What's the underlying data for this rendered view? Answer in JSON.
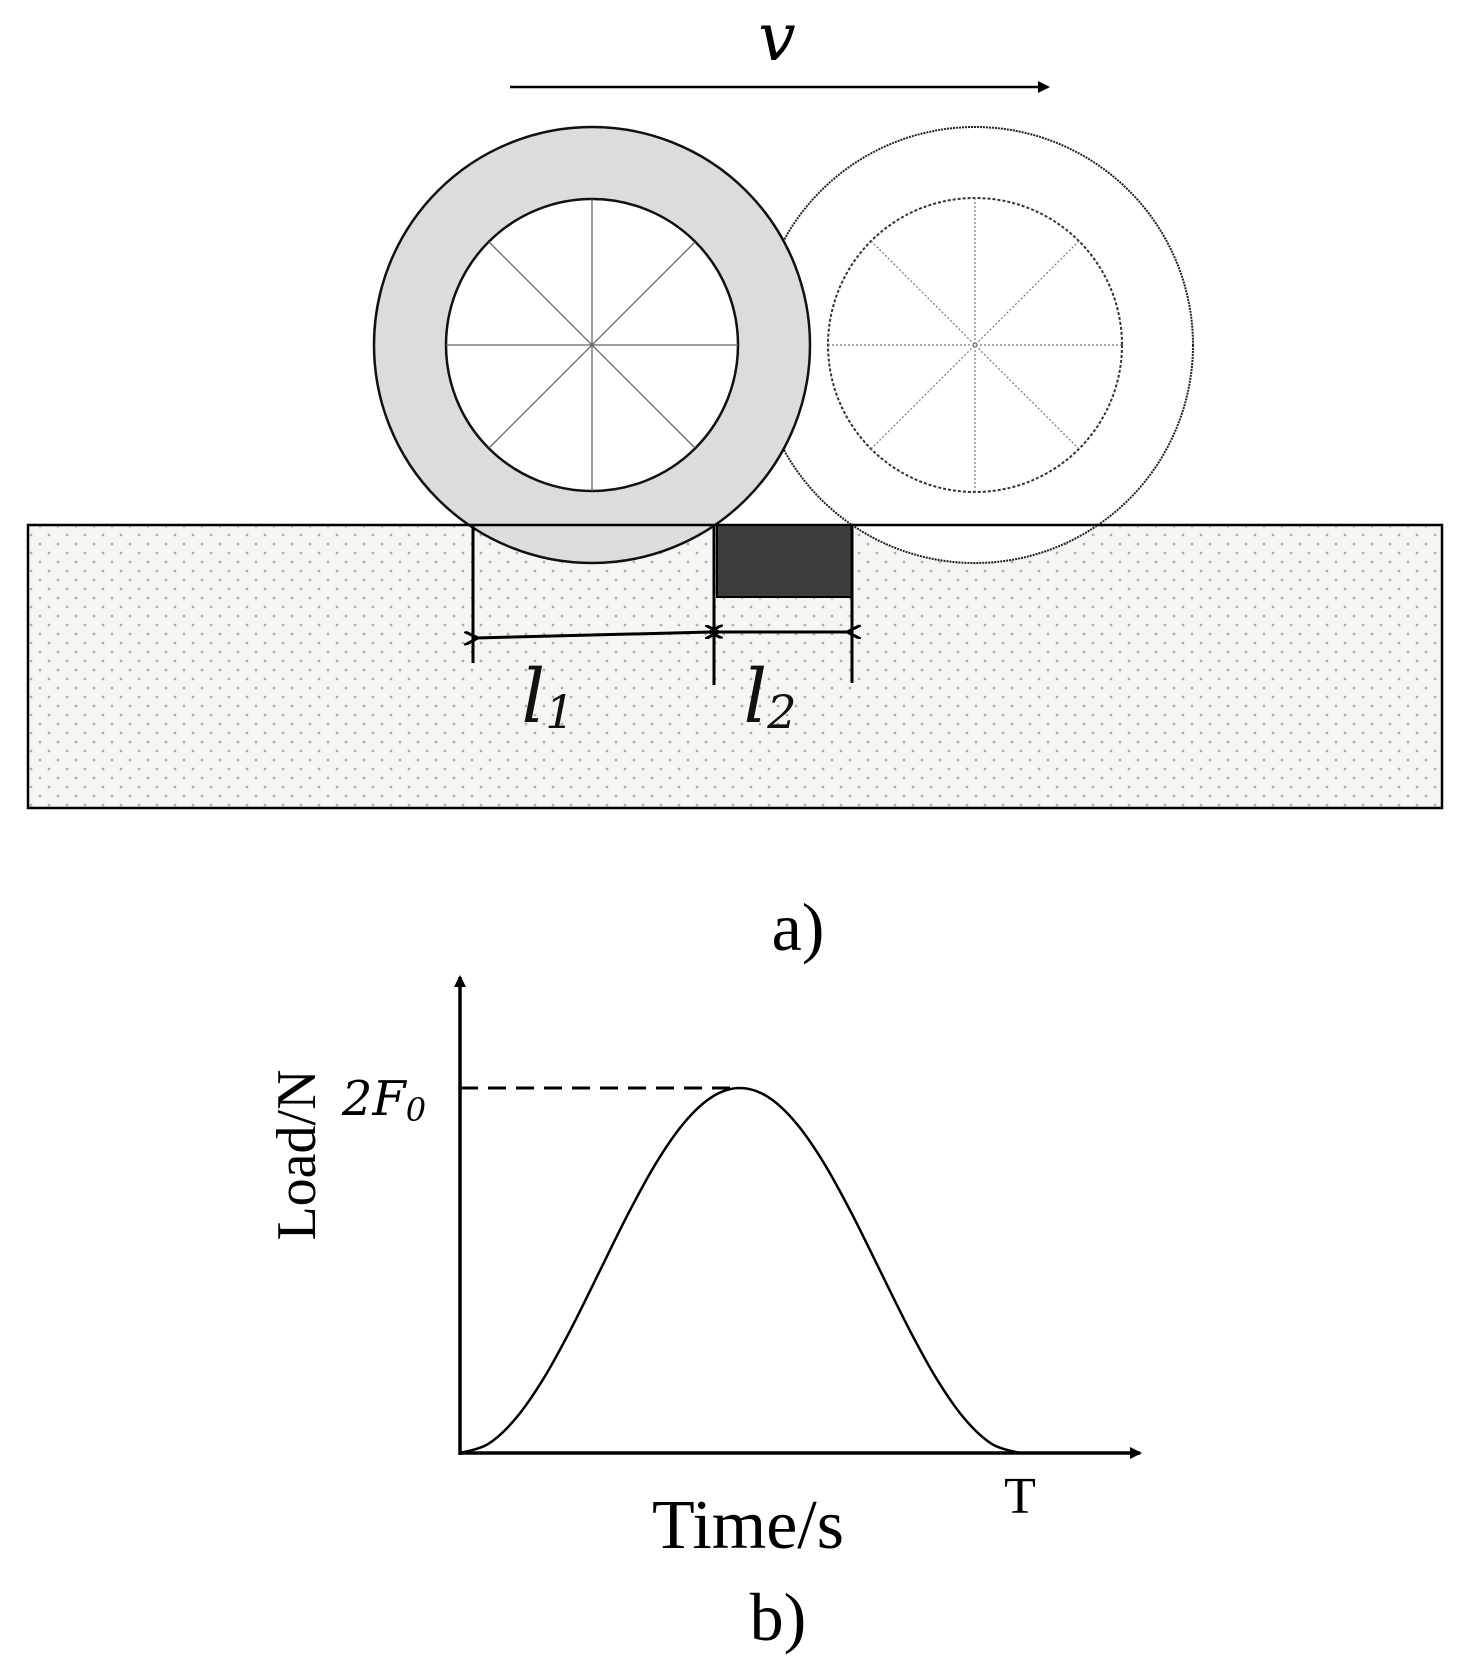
{
  "panel_a": {
    "velocity_label": "v",
    "length1_label": "l",
    "length1_sub": "1",
    "length2_label": "l",
    "length2_sub": "2",
    "caption": "a)"
  },
  "panel_b": {
    "caption": "b)",
    "peak_label_main": "2F",
    "peak_label_sub": "0",
    "end_label": "T",
    "chart_data": {
      "type": "line",
      "xlabel": "Time/s",
      "ylabel": "Load/N",
      "series": [
        {
          "x": [
            0,
            0.05,
            0.1,
            0.15,
            0.2,
            0.25,
            0.3,
            0.35,
            0.4,
            0.45,
            0.5,
            0.55,
            0.6,
            0.65,
            0.7,
            0.75,
            0.8,
            0.85,
            0.9,
            0.95,
            1.0
          ],
          "y": [
            0,
            0.049,
            0.191,
            0.412,
            0.691,
            1.0,
            1.309,
            1.588,
            1.809,
            1.951,
            2.0,
            1.951,
            1.809,
            1.588,
            1.309,
            1.0,
            0.691,
            0.412,
            0.191,
            0.049,
            0
          ]
        }
      ],
      "annotations": [
        {
          "text": "2F0",
          "at": "peak"
        },
        {
          "text": "T",
          "at": "x-end"
        }
      ]
    }
  },
  "colors": {
    "tyre_front": "#dcdcdc",
    "ground_fill": "#f5f5f1",
    "sensor_block": "#3d3d3d",
    "ink": "#000000"
  }
}
